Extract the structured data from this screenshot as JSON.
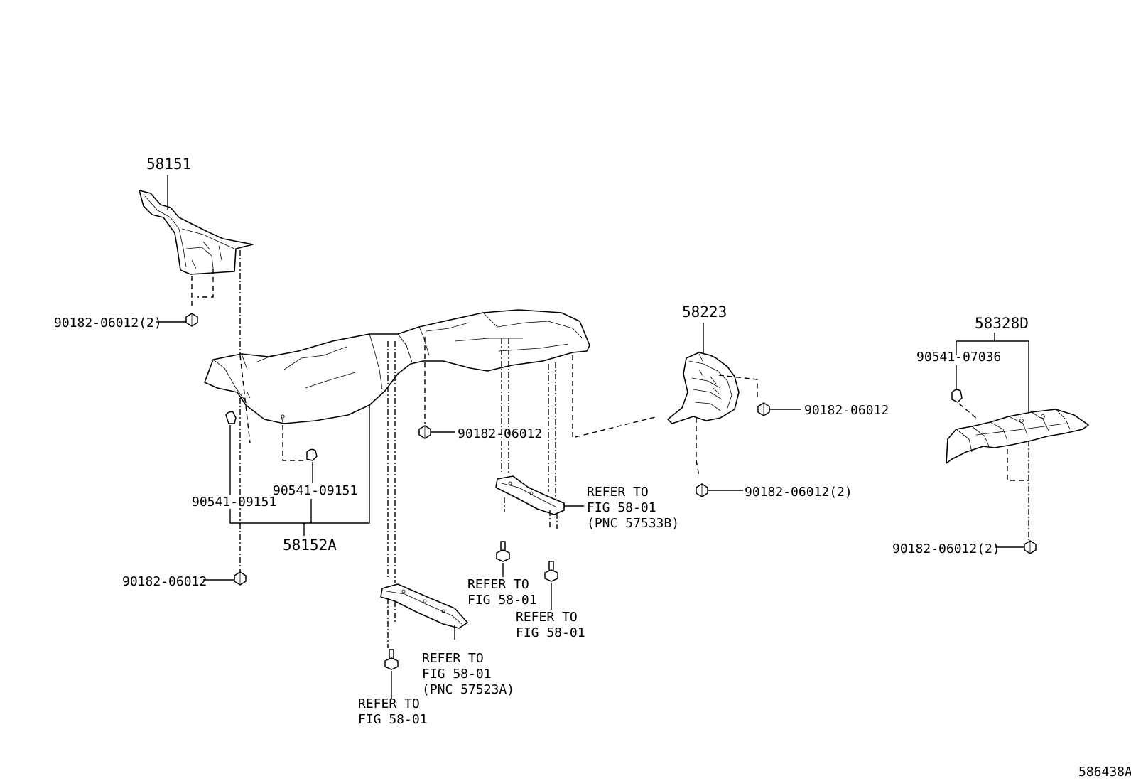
{
  "diagram_id": "586438A",
  "labels": {
    "p58151": "58151",
    "p58152a": "58152A",
    "p58223": "58223",
    "p58328d": "58328D",
    "nut_left_top": "90182-06012(2)",
    "nut_left_bottom": "90182-06012",
    "nut_center": "90182-06012",
    "nut_58223_right": "90182-06012",
    "nut_58223_bottom": "90182-06012(2)",
    "nut_58328d_bottom": "90182-06012(2)",
    "clip_left": "90541-09151",
    "clip_mid": "90541-09151",
    "clip_right": "90541-07036",
    "refer_brace_upper": [
      "REFER TO",
      "FIG 58-01",
      "(PNC 57533B)"
    ],
    "refer_brace_lower": [
      "REFER TO",
      "FIG 58-01",
      "(PNC 57523A)"
    ],
    "refer_bolt_a": [
      "REFER TO",
      "FIG 58-01"
    ],
    "refer_bolt_b": [
      "REFER TO",
      "FIG 58-01"
    ],
    "refer_bolt_c": [
      "REFER TO",
      "FIG 58-01"
    ]
  }
}
